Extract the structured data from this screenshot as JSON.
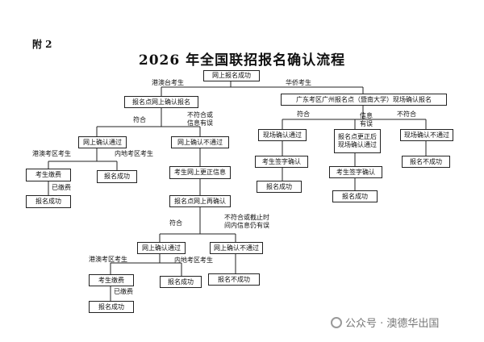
{
  "doc": {
    "attachment": "附 2",
    "title": "2026 年全国联招报名确认流程"
  },
  "boxes": {
    "online_success": "网上报名成功",
    "point_confirm": "报名点网上确认报名",
    "gd_confirm": "广东考区广州报名点（暨南大学）现场确认报名",
    "online_pass_1": "网上确认通过",
    "online_fail_1": "网上确认不通过",
    "onsite_pass": "现场确认通过",
    "point_correct_1": "报名点更正后",
    "point_correct_2": "现场确认通过",
    "onsite_fail": "现场确认不通过",
    "pay_1": "考生缴费",
    "success_1": "报名成功",
    "correct_info": "考生网上更正信息",
    "sign_1": "考生签字确认",
    "sign_2": "考生签字确认",
    "fail_1": "报名不成功",
    "success_2": "报名成功",
    "reconfirm": "报名点网上再确认",
    "success_3": "报名成功",
    "success_4": "报名成功",
    "online_pass_2": "网上确认通过",
    "online_fail_2": "网上确认不通过",
    "pay_2": "考生缴费",
    "success_5": "报名成功",
    "fail_2": "报名不成功",
    "success_6": "报名成功"
  },
  "labels": {
    "hk_macau_tw": "港澳台考生",
    "overseas": "华侨考生",
    "match_1": "符合",
    "mismatch_1a": "不符合或",
    "mismatch_1b": "信息有误",
    "match_2": "符合",
    "info_error_a": "信息",
    "info_error_b": "有误",
    "mismatch_2": "不符合",
    "hk_region_1": "港澳考区考生",
    "mainland_1": "内地考区考生",
    "paid_1": "已缴费",
    "match_3": "符合",
    "deadline_a": "不符合或截止时",
    "deadline_b": "间内信息仍有误",
    "hk_region_2": "港澳考区考生",
    "mainland_2": "内地考区考生",
    "paid_2": "已缴费"
  },
  "watermark": "公众号 · 澳德华出国"
}
